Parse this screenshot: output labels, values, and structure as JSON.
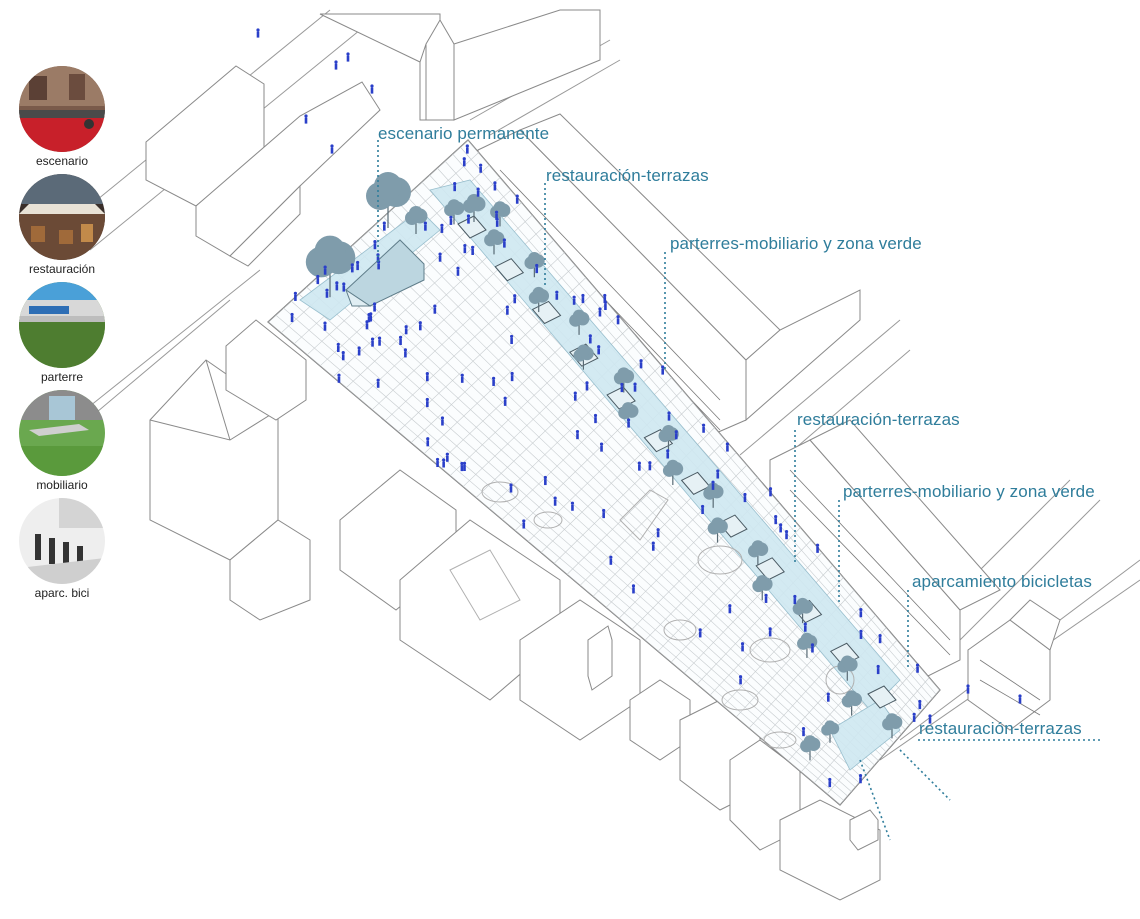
{
  "legend": [
    {
      "key": "escenario",
      "label": "escenario",
      "icon": "stage-photo-icon"
    },
    {
      "key": "restauracion",
      "label": "restauración",
      "icon": "terrace-photo-icon"
    },
    {
      "key": "parterre",
      "label": "parterre",
      "icon": "planter-photo-icon"
    },
    {
      "key": "mobiliario",
      "label": "mobiliario",
      "icon": "furniture-photo-icon"
    },
    {
      "key": "aparc_bici",
      "label": "aparc. bici",
      "icon": "bike-rack-photo-icon"
    }
  ],
  "callouts": [
    {
      "key": "escenario_permanente",
      "text": "escenario permanente"
    },
    {
      "key": "restauracion_terrazas_1",
      "text": "restauración-terrazas"
    },
    {
      "key": "parterres_1",
      "text": "parterres-mobiliario y zona verde"
    },
    {
      "key": "restauracion_terrazas_2",
      "text": "restauración-terrazas"
    },
    {
      "key": "parterres_2",
      "text": "parterres-mobiliario y zona verde"
    },
    {
      "key": "aparcamiento",
      "text": "aparcamiento bicicletas"
    },
    {
      "key": "restauracion_terrazas_3",
      "text": "restauración-terrazas"
    }
  ],
  "colors": {
    "accent": "#2f7d9b",
    "zone_fill": "#cfe8f1",
    "tree": "#7f9cab",
    "tree_trunk": "#586a74",
    "people": "#2a3fc9",
    "line": "#777777"
  }
}
